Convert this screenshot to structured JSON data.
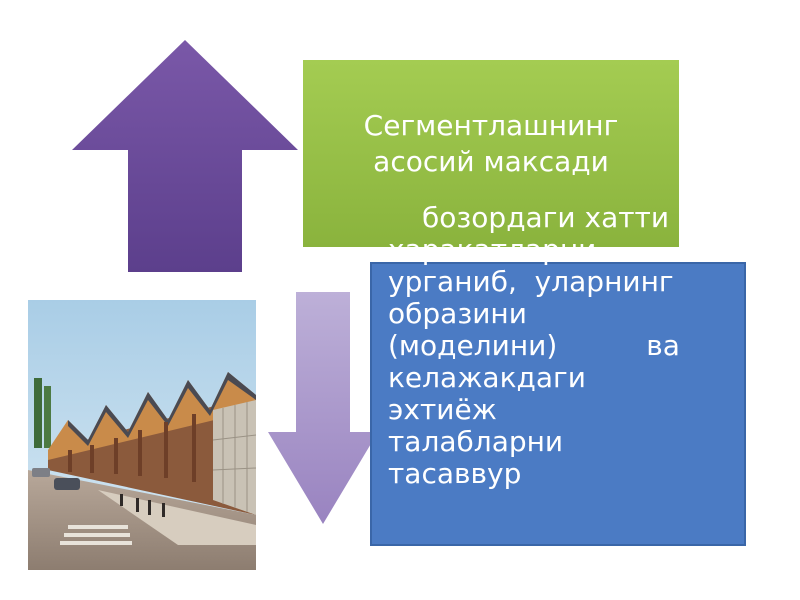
{
  "slide": {
    "title_line1": "Сегментлашнинг",
    "title_line2": "асосий максади",
    "body_lines": [
      "бозордаги  хатти",
      "харакатларни",
      "урганиб,  уларнинг",
      "образини",
      "(моделини)          ва",
      "келажакдаги",
      "эхтиёж",
      "талабларни",
      "тасаввур"
    ]
  },
  "colors": {
    "arrow_purple": "#6a4a98",
    "arrow_lavender": "#a48fc6",
    "green_box": "#95c146",
    "blue_box": "#4b7bc4"
  },
  "icons": [
    "up-arrow-shape",
    "down-arrow-shape"
  ]
}
